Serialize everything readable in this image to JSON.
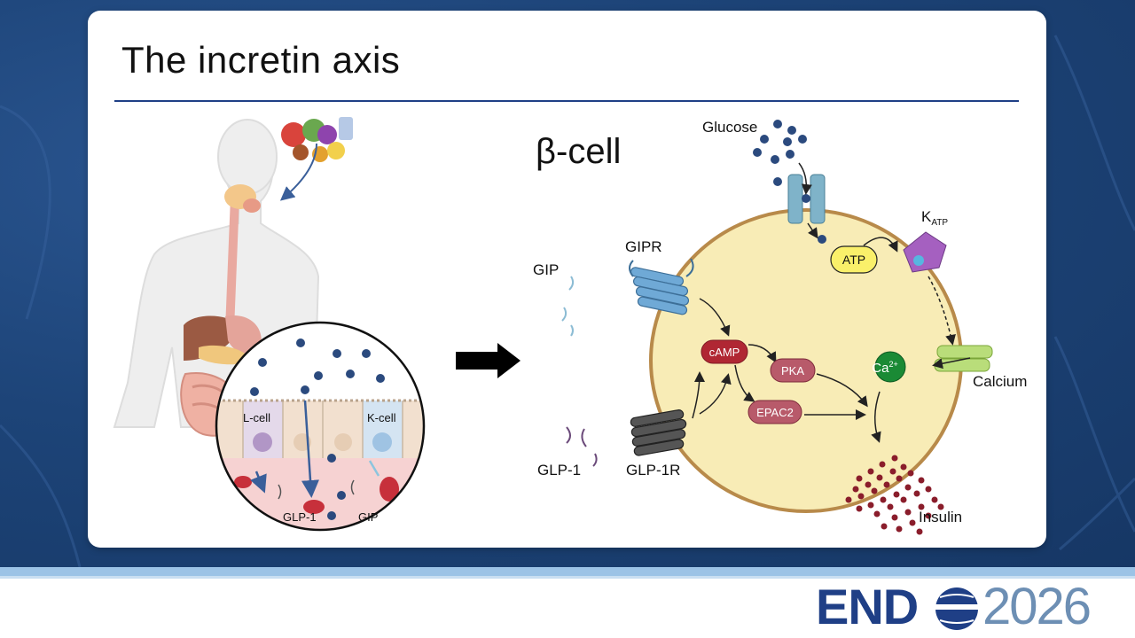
{
  "slide": {
    "title": "The incretin axis"
  },
  "left_panel": {
    "l_cell": "L-cell",
    "k_cell": "K-cell",
    "glp1": "GLP-1",
    "gip": "GIP"
  },
  "beta_cell": {
    "title": "β-cell",
    "glucose": "Glucose",
    "katp_main": "K",
    "katp_sub": "ATP",
    "atp": "ATP",
    "gipr": "GIPR",
    "gip": "GIP",
    "glp1": "GLP-1",
    "glp1r": "GLP-1R",
    "camp": "cAMP",
    "pka": "PKA",
    "epac2": "EPAC2",
    "ca_main": "Ca",
    "ca_sup": "2+",
    "calcium": "Calcium",
    "insulin": "Insulin"
  },
  "footer": {
    "logo_brand": "END",
    "logo_year": "2026"
  },
  "colors": {
    "title_rule": "#1f3f86",
    "cell_fill": "#f8ecb6",
    "cell_border": "#b88a4a",
    "pill_red": "#b02733",
    "ca_green": "#1a8a35",
    "glucose_dot": "#2b4a7e",
    "insulin_dot": "#8a1d2b"
  }
}
